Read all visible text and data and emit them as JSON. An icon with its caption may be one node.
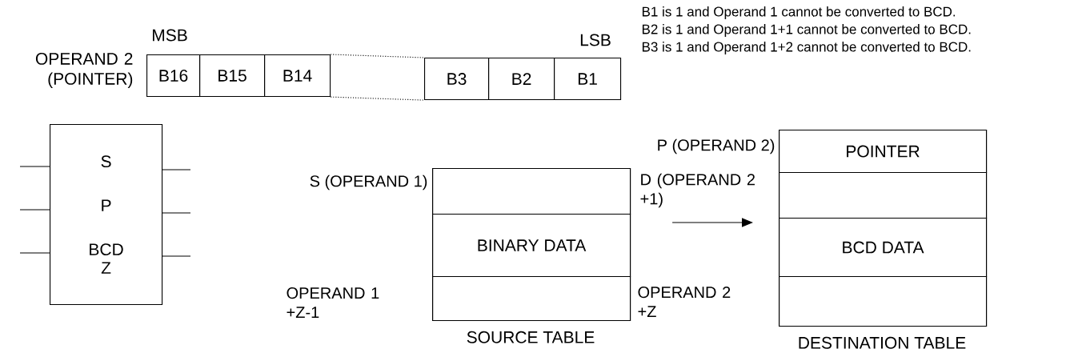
{
  "diagram": {
    "nodes": [
      {
        "text": [
          "S",
          "P",
          "BCD",
          "Z"
        ]
      },
      {
        "text": [
          "B16"
        ]
      },
      {
        "text": [
          "B15"
        ]
      },
      {
        "text": [
          "B14"
        ]
      },
      {
        "text": [
          "B3"
        ]
      },
      {
        "text": [
          "B2"
        ]
      },
      {
        "text": [
          "B1"
        ]
      },
      {
        "text": [],
        "shape": "box",
        "beside": [
          "SOURCE TABLE"
        ]
      },
      {
        "text": [],
        "shape": "box",
        "in": 7
      },
      {
        "text": [
          "BINARY DATA"
        ],
        "in": 7
      },
      {
        "text": [],
        "shape": "box",
        "in": 7
      },
      {
        "text": [],
        "shape": "box",
        "beside": [
          "DESTINATION TABLE"
        ]
      },
      {
        "text": [
          "POINTER"
        ],
        "in": 11
      },
      {
        "text": [],
        "shape": "box",
        "in": 11
      },
      {
        "text": [
          "BCD DATA"
        ],
        "in": 11
      },
      {
        "text": [],
        "shape": "box",
        "in": 11
      }
    ],
    "edges": [
      {
        "from": 7,
        "to": 11,
        "arrow": "to"
      },
      {
        "from": 3,
        "to": 4,
        "arrow": "none",
        "style": "dashed"
      },
      {
        "from": 3,
        "to": 4,
        "arrow": "none",
        "style": "dashed"
      }
    ],
    "labels": [
      "B1 is 1 and Operand 1 cannot be converted to BCD.",
      "B2 is 1 and Operand 1+1 cannot be converted to BCD.",
      "B3 is 1 and Operand 1+2 cannot be converted to BCD.",
      "MSB",
      "LSB",
      "OPERAND 2 (POINTER)",
      "P (OPERAND 2)",
      "S (OPERAND 1)",
      "D (OPERAND 2 +1)",
      "OPERAND 1 +Z-1",
      "OPERAND 2 +Z"
    ]
  }
}
